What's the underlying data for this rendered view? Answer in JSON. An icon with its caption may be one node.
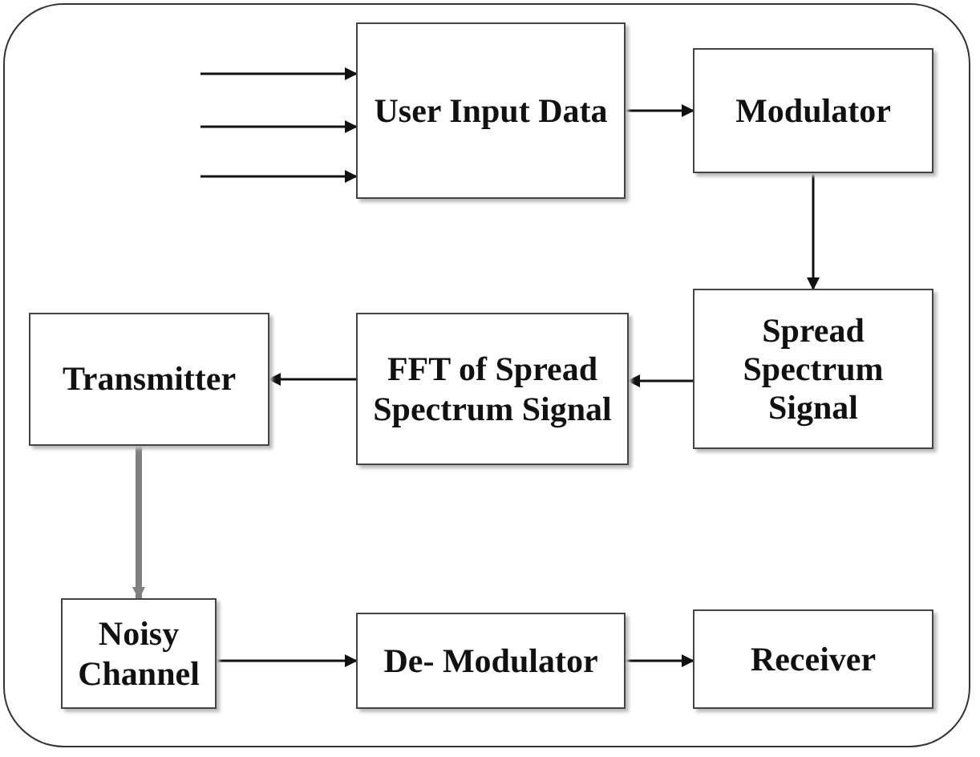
{
  "diagram": {
    "nodes": [
      {
        "text": [
          "User Input Data"
        ]
      },
      {
        "text": [
          "Modulator"
        ]
      },
      {
        "text": [
          "Spread Spectrum Signal"
        ]
      },
      {
        "text": [
          "FFT of Spread Spectrum Signal"
        ]
      },
      {
        "text": [
          "Transmitter"
        ]
      },
      {
        "text": [
          "Noisy Channel"
        ]
      },
      {
        "text": [
          "De- Modulator"
        ]
      },
      {
        "text": [
          "Receiver"
        ]
      }
    ],
    "edges": [
      {
        "from": null,
        "to": 0,
        "arrow": "to"
      },
      {
        "from": null,
        "to": 0,
        "arrow": "to"
      },
      {
        "from": null,
        "to": 0,
        "arrow": "to"
      },
      {
        "from": 0,
        "to": 1,
        "arrow": "to"
      },
      {
        "from": 1,
        "to": 2,
        "arrow": "to"
      },
      {
        "from": 2,
        "to": 3,
        "arrow": "to"
      },
      {
        "from": 3,
        "to": 4,
        "arrow": "to"
      },
      {
        "from": 4,
        "to": 5,
        "arrow": "to",
        "style": "thick",
        "color": "#808080"
      },
      {
        "from": 5,
        "to": 6,
        "arrow": "to"
      },
      {
        "from": 6,
        "to": 7,
        "arrow": "to"
      }
    ]
  }
}
